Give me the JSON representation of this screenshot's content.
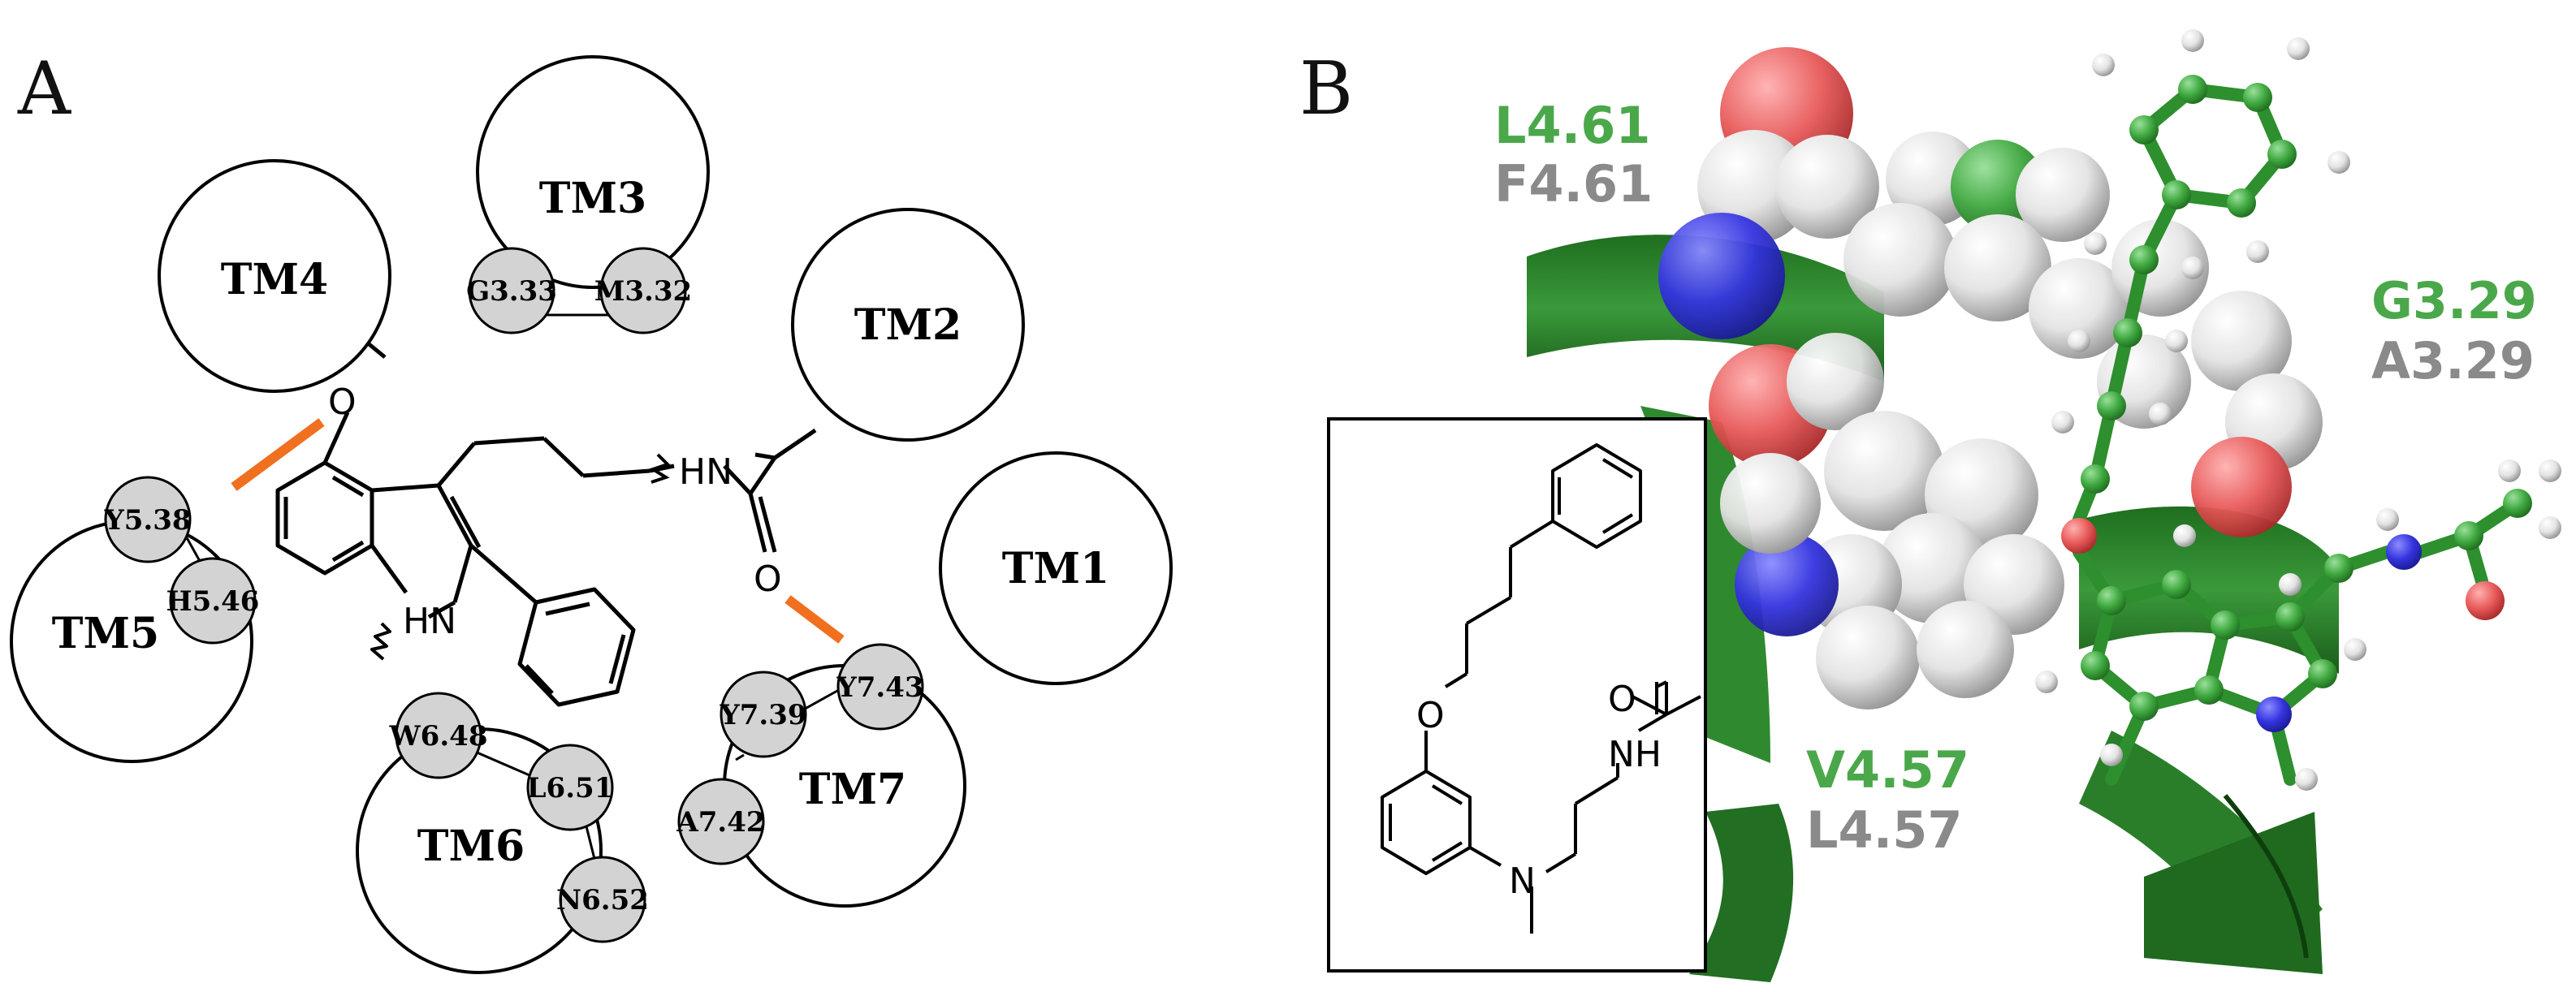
{
  "panel_a": {
    "letter": "A",
    "helices": {
      "tm1": "TM1",
      "tm2": "TM2",
      "tm3": "TM3",
      "tm4": "TM4",
      "tm5": "TM5",
      "tm6": "TM6",
      "tm7": "TM7"
    },
    "residues": {
      "g333": "G3.33",
      "m332": "M3.32",
      "y538": "Y5.38",
      "h546": "H5.46",
      "w648": "W6.48",
      "l651": "L6.51",
      "n652": "N6.52",
      "y739": "Y7.39",
      "y743": "Y7.43",
      "a742": "A7.42"
    },
    "atoms": {
      "o_top": "O",
      "o_right": "O",
      "nh_amide": "HN",
      "nh_indole": "HN"
    },
    "colors": {
      "hbond": "#f07020",
      "residue_fill": "#d3d3d3"
    }
  },
  "panel_b": {
    "letter": "B",
    "labels": {
      "l461": "L4.61",
      "f461": "F4.61",
      "g329": "G3.29",
      "a329": "A3.29",
      "v457": "V4.57",
      "l457": "L4.57"
    },
    "inset_atoms": {
      "o_ether": "O",
      "o_carbonyl": "O",
      "nh": "NH",
      "n": "N"
    },
    "colors": {
      "ribbon": "#2a8a2a",
      "label_green": "#4aa84a",
      "label_gray": "#8a8a8a",
      "oxygen": "#e85050",
      "nitrogen": "#3030e0",
      "hydrogen": "#f2f2f2"
    }
  }
}
